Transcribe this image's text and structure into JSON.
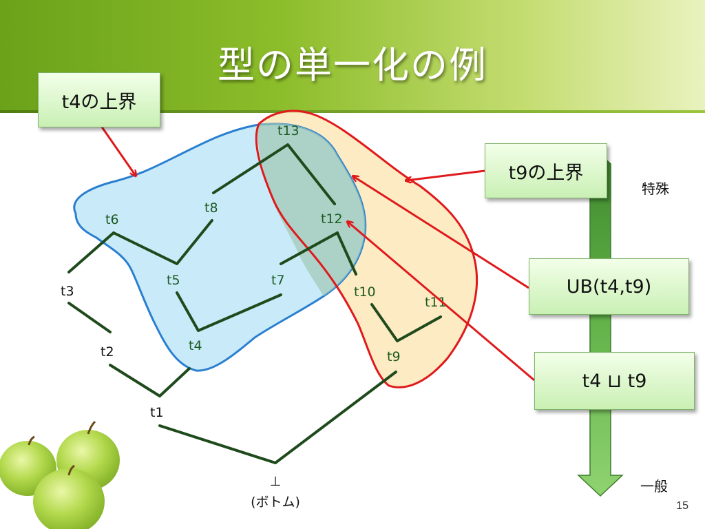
{
  "slide": {
    "title": "型の単一化の例",
    "page_number": "15"
  },
  "callouts": {
    "t4_upper": "t4の上界",
    "t9_upper": "t9の上界",
    "ub": "UB(t4,t9)",
    "join": "t4 ⊔ t9"
  },
  "axis": {
    "top": "特殊",
    "bottom": "一般"
  },
  "nodes": {
    "t1": "t1",
    "t2": "t2",
    "t3": "t3",
    "t4": "t4",
    "t5": "t5",
    "t6": "t6",
    "t7": "t7",
    "t8": "t8",
    "t9": "t9",
    "t10": "t10",
    "t11": "t11",
    "t12": "t12",
    "t13": "t13"
  },
  "bottom": {
    "symbol": "⊥",
    "caption": "(ボトム)"
  },
  "colors": {
    "header_green": "#8cbd2a",
    "edge": "#1f4a1c",
    "blue_region": "#bfe6f7",
    "blue_outline": "#2a7fd0",
    "orange_region": "#fde8b8",
    "red_outline": "#e0191b",
    "arrow_red": "#e0191b",
    "scale_arrow": "#5fb040"
  }
}
